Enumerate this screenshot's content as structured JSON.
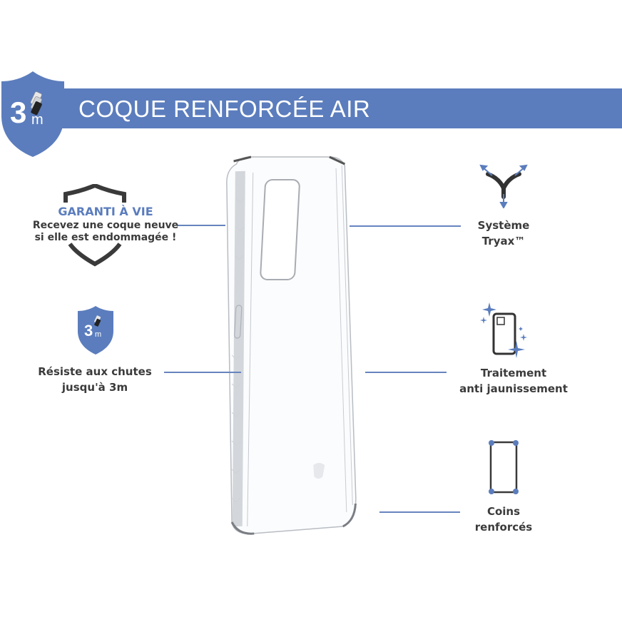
{
  "header": {
    "title": "COQUE RENFORCÉE AIR",
    "badge": {
      "number": "3",
      "unit": "m",
      "icon": "shield-drop-icon"
    },
    "color": "#5b7dbd"
  },
  "features_left": [
    {
      "id": "guarantee",
      "icon": "shield-outline-icon",
      "title": "GARANTI À VIE",
      "lines": [
        "Recevez une coque neuve",
        "si elle est endommagée !"
      ]
    },
    {
      "id": "drop",
      "icon": "shield-3m-icon",
      "badge": {
        "number": "3",
        "unit": "m"
      },
      "lines": [
        "Résiste aux chutes",
        "jusqu'à 3m"
      ]
    }
  ],
  "features_right": [
    {
      "id": "tryax",
      "icon": "tryax-arrows-icon",
      "lines": [
        "Système",
        "Tryax™"
      ]
    },
    {
      "id": "anti-yellow",
      "icon": "sparkle-phone-icon",
      "lines": [
        "Traitement",
        "anti jaunissement"
      ]
    },
    {
      "id": "corners",
      "icon": "reinforced-corners-icon",
      "lines": [
        "Coins",
        "renforcés"
      ]
    }
  ],
  "product": {
    "name": "clear-phone-case",
    "icon": "phone-case-image"
  },
  "colors": {
    "accent": "#5b7dbd",
    "text": "#3b3b3b",
    "outline": "#3a3a3a"
  }
}
